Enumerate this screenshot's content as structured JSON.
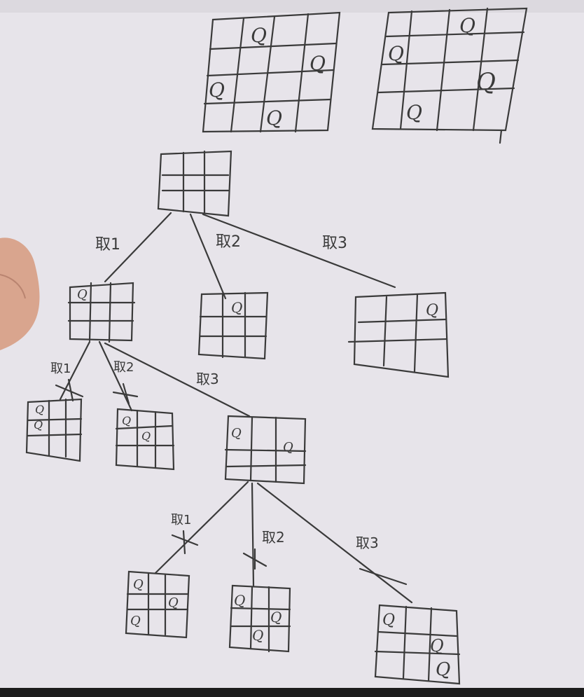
{
  "scene": {
    "description_free": true,
    "palette": {
      "board": "#e7e4ea",
      "ink": "#3a3a3a",
      "skin": "#d9a58e"
    }
  },
  "queen_symbol": "Q",
  "branch_labels": {
    "root_1": "取1",
    "root_2": "取2",
    "root_3": "取3",
    "l1_1": "取1",
    "l1_2": "取2",
    "l1_3": "取3",
    "l2_1": "取1",
    "l2_2": "取2",
    "l2_3": "取3"
  }
}
